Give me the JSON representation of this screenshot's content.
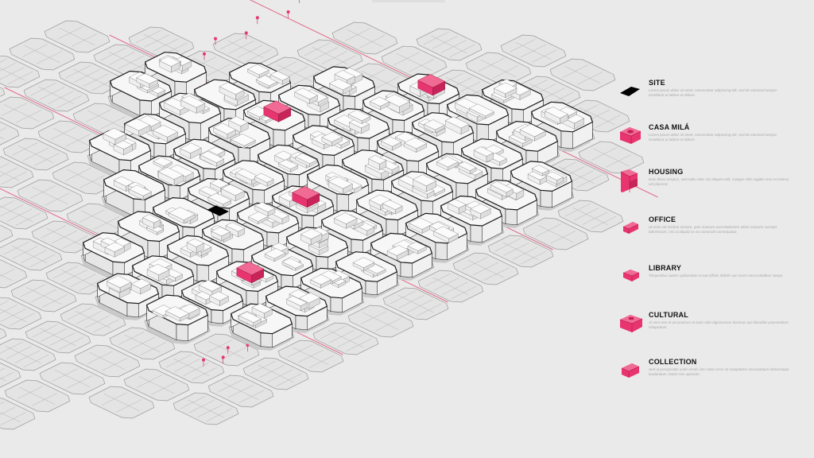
{
  "colors": {
    "background": "#eaeaea",
    "highlight": "#e8356f",
    "building": "#f7f7f7",
    "outline": "#1a1a1a",
    "street": "#e26a88",
    "site": "#000000"
  },
  "legend": [
    {
      "title": "SITE",
      "desc": "Lorem ipsum dolor sit amet, consectetur adipiscing elit, sed do eiusmod tempor incididunt ut labore et dolore.",
      "icon": "site-icon"
    },
    {
      "title": "CASA MILÁ",
      "desc": "Lorem ipsum dolor sit amet, consectetur adipiscing elit, sed do eiusmod tempor incididunt ut labore et dolore.",
      "icon": "casa-mila-icon"
    },
    {
      "title": "HOUSING",
      "desc": "Duis libero tempus, sed nulla vitae nisi aliquet velit, congue nibh sagittis eros et viverra vel placerat.",
      "icon": "housing-icon"
    },
    {
      "title": "OFFICE",
      "desc": "Ut enim ad minima veniam, quis nostrum exercitationem ullam corporis suscipit laboriosam, nisi ut aliquid ex ea commodi consequatur.",
      "icon": "office-icon"
    },
    {
      "title": "LIBRARY",
      "desc": "Temporibus autem quibusdam et aut officiis debitis aut rerum necessitatibus saepe.",
      "icon": "library-icon"
    },
    {
      "title": "CULTURAL",
      "desc": "At vero eos et accusamus et iusto odio dignissimos ducimus qui blanditiis praesentium voluptatum.",
      "icon": "cultural-icon"
    },
    {
      "title": "COLLECTION",
      "desc": "Sed ut perspiciatis unde omnis iste natus error sit voluptatem accusantium doloremque laudantium, totam rem aperiam.",
      "icon": "collection-icon"
    }
  ]
}
